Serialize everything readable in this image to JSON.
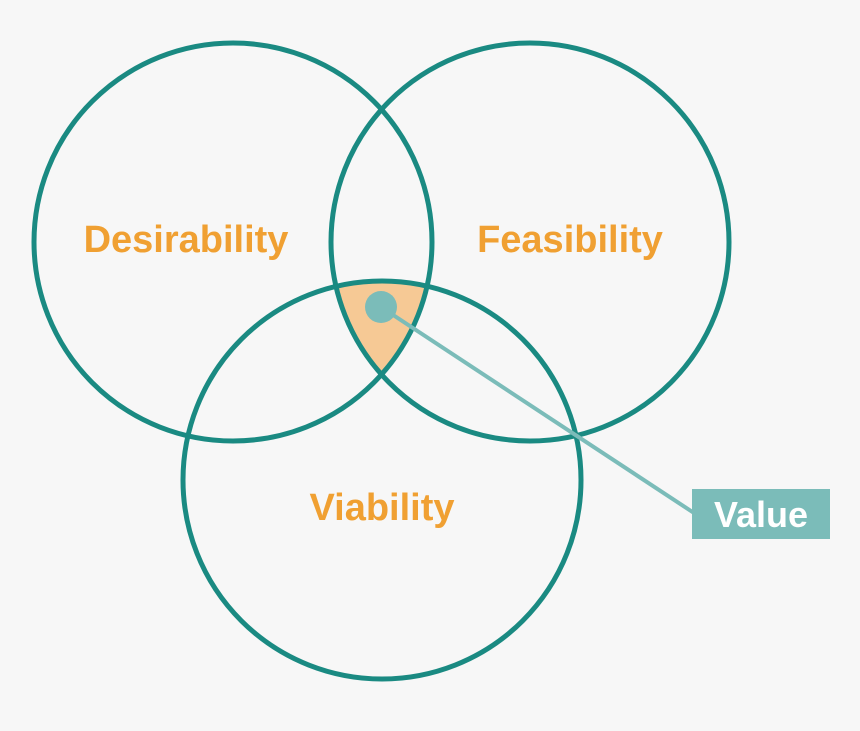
{
  "sets": [
    {
      "id": "desirability",
      "label": "Desirability"
    },
    {
      "id": "feasibility",
      "label": "Feasibility"
    },
    {
      "id": "viability",
      "label": "Viability"
    }
  ],
  "intersection": {
    "label": "Value"
  },
  "colors": {
    "background": "#f7f7f7",
    "circle_stroke": "#1a8a82",
    "label_text": "#f0a032",
    "intersection_fill": "#f6c995",
    "callout": "#7bbcb9",
    "callout_text": "#ffffff"
  }
}
